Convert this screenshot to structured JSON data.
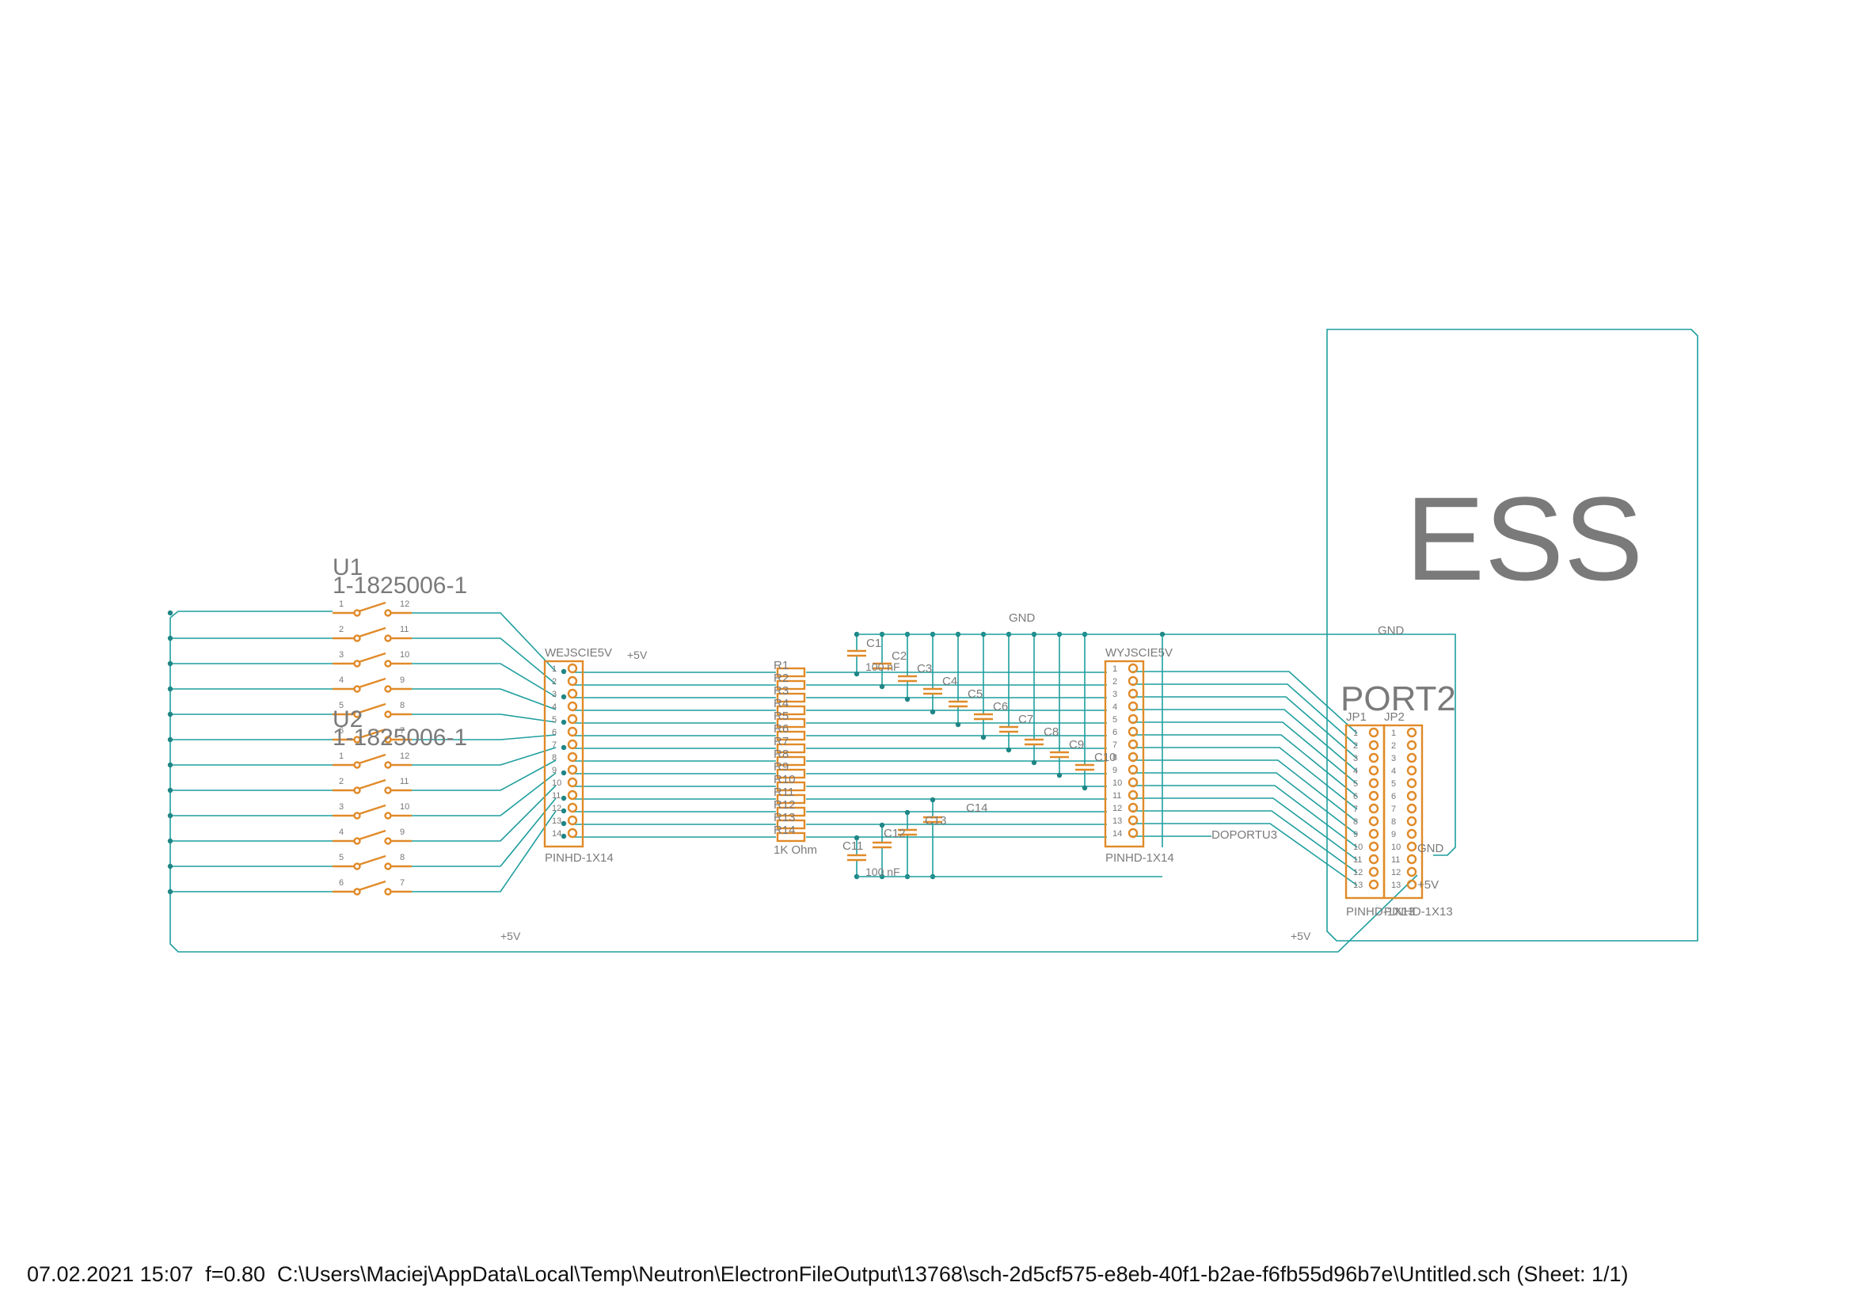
{
  "sheet": {
    "footer": "07.02.2021 15:07  f=0.80  C:\\Users\\Maciej\\AppData\\Local\\Temp\\Neutron\\ElectronFileOutput\\13768\\sch-2d5cf575-e8eb-40f1-b2ae-f6fb55d96b7e\\Untitled.sch (Sheet: 1/1)"
  },
  "ess_block": {
    "title": "ESS",
    "port_label": "PORT2"
  },
  "switches": [
    {
      "ref": "U1",
      "value": "1-1825006-1",
      "left_pins": [
        "1",
        "2",
        "3",
        "4",
        "5",
        "6"
      ],
      "right_pins": [
        "12",
        "11",
        "10",
        "9",
        "8",
        "7"
      ]
    },
    {
      "ref": "U2",
      "value": "1-1825006-1",
      "left_pins": [
        "1",
        "2",
        "3",
        "4",
        "5",
        "6"
      ],
      "right_pins": [
        "12",
        "11",
        "10",
        "9",
        "8",
        "7"
      ]
    }
  ],
  "headers": {
    "input": {
      "name": "WEJSCIE5V",
      "value": "PINHD-1X14",
      "pins": [
        "1",
        "2",
        "3",
        "4",
        "5",
        "6",
        "7",
        "8",
        "9",
        "10",
        "11",
        "12",
        "13",
        "14"
      ]
    },
    "output": {
      "name": "WYJSCIE5V",
      "value": "PINHD-1X14",
      "pins": [
        "1",
        "2",
        "3",
        "4",
        "5",
        "6",
        "7",
        "8",
        "9",
        "10",
        "11",
        "12",
        "13",
        "14"
      ]
    },
    "jp1": {
      "name": "JP1",
      "value": "PINHD-1X13",
      "pins": [
        "1",
        "2",
        "3",
        "4",
        "5",
        "6",
        "7",
        "8",
        "9",
        "10",
        "11",
        "12",
        "13"
      ]
    },
    "jp2": {
      "name": "JP2",
      "value": "PINHD-1X13",
      "pins": [
        "1",
        "2",
        "3",
        "4",
        "5",
        "6",
        "7",
        "8",
        "9",
        "10",
        "11",
        "12",
        "13"
      ]
    }
  },
  "resistors": {
    "refs": [
      "R1",
      "R2",
      "R3",
      "R4",
      "R5",
      "R6",
      "R7",
      "R8",
      "R9",
      "R10",
      "R11",
      "R12",
      "R13",
      "R14"
    ],
    "value": "1K Ohm"
  },
  "capacitors": {
    "top": [
      "C1",
      "C2",
      "C3",
      "C4",
      "C5",
      "C6",
      "C7",
      "C8",
      "C9",
      "C10"
    ],
    "bottom": [
      "C11",
      "C12",
      "C13",
      "C14"
    ],
    "value_top": "100 nF",
    "value_bottom": "100 nF"
  },
  "nets": {
    "gnd_top": "GND",
    "gnd_right": "GND",
    "gnd_jp2": "GND",
    "p5v_input": "+5V",
    "p5v_bus_left": "+5V",
    "p5v_bus_right": "+5V",
    "p5v_jp2": "+5V",
    "doportu": "DOPORTU3"
  }
}
